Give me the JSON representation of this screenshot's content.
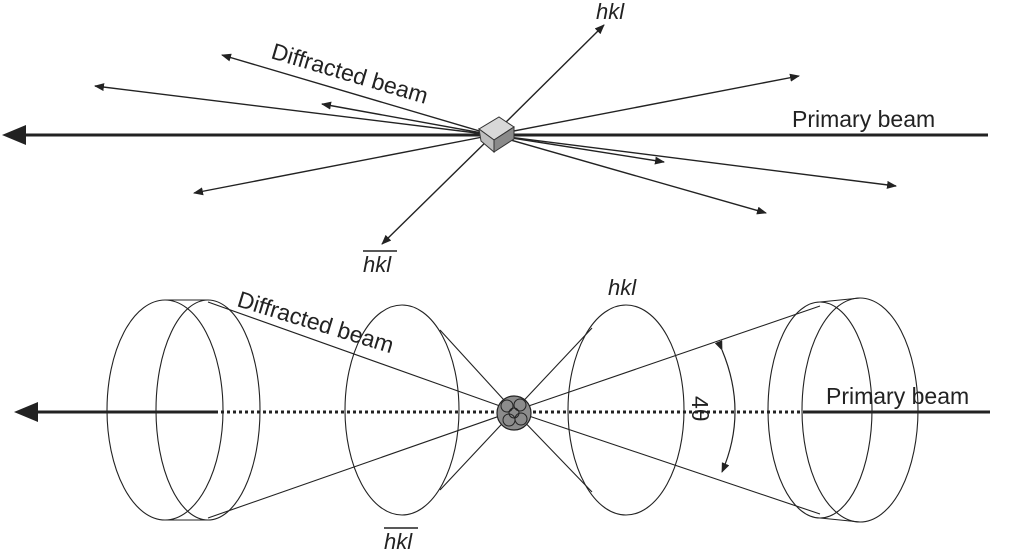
{
  "top_panel": {
    "primary_beam_label": "Primary beam",
    "diffracted_beam_label": "Diffracted beam",
    "hkl_label": "hkl",
    "hkl_bar_label": "hkl"
  },
  "bottom_panel": {
    "primary_beam_label": "Primary beam",
    "diffracted_beam_label": "Diffracted beam",
    "hkl_label": "hkl",
    "hkl_bar_label": "hkl",
    "angle_label": "4θ"
  },
  "colors": {
    "line": "#222222",
    "crystal_top": "#d8d8d8",
    "crystal_left": "#bdbdbd",
    "crystal_right": "#8a8a8a"
  }
}
